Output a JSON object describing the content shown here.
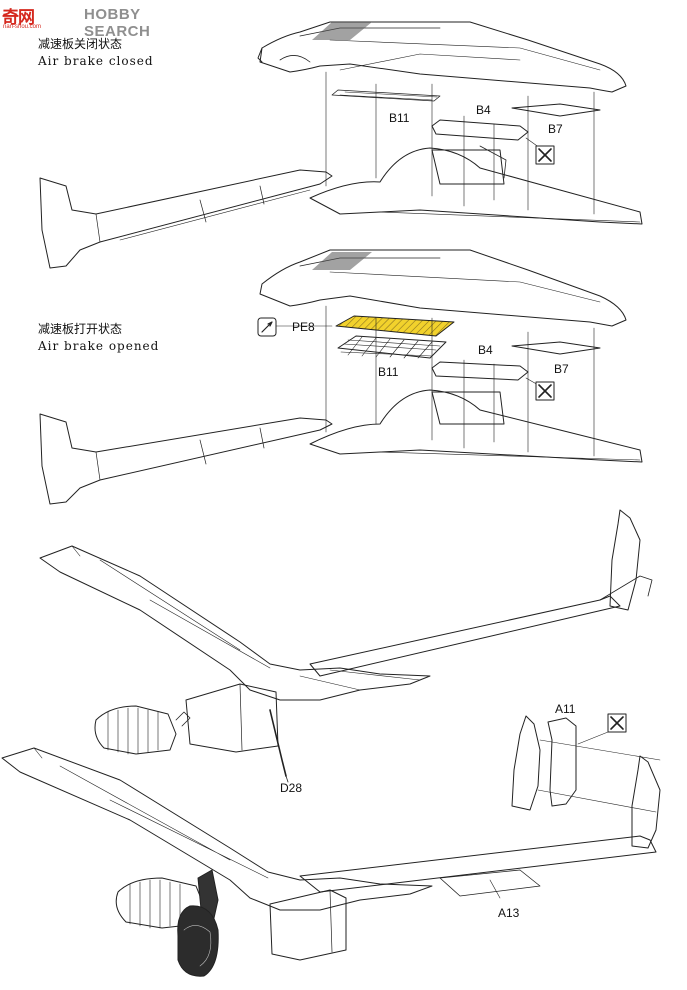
{
  "watermark": {
    "brand": "HOBBY SEARCH",
    "logo_glyphs": "奇网",
    "site": "nan-shou.com"
  },
  "captions": {
    "closed": {
      "zh": "减速板关闭状态",
      "en": "Air brake closed"
    },
    "opened": {
      "zh": "减速板打开状态",
      "en": "Air brake opened"
    }
  },
  "parts": {
    "b11_top": "B11",
    "b4_top": "B4",
    "b7_top": "B7",
    "pe8": "PE8",
    "b4_mid": "B4",
    "b11_mid": "B11",
    "b7_mid": "B7",
    "d28": "D28",
    "a11": "A11",
    "a13": "A13"
  },
  "icons": [
    "cross-remove-icon",
    "cross-remove-icon",
    "photo-etch-icon",
    "cross-remove-icon"
  ],
  "colors": {
    "line": "#222222",
    "photo_etch": "#f2d22c",
    "watermark_red": "#d5281e",
    "watermark_gray": "#8f8f8f"
  }
}
